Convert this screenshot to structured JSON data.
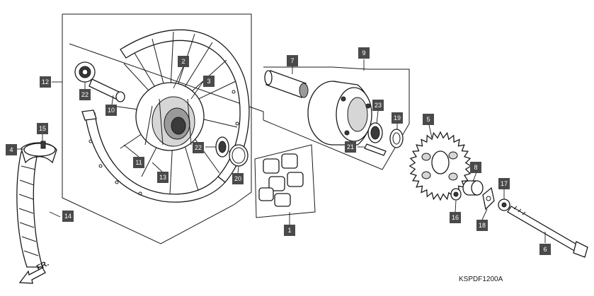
{
  "diagram_code": "KSPDF1200A",
  "direction_label": "FR.",
  "callouts": [
    "1",
    "2",
    "3",
    "4",
    "5",
    "6",
    "7",
    "8",
    "9",
    "10",
    "11",
    "12",
    "13",
    "14",
    "15",
    "16",
    "17",
    "18",
    "19",
    "20",
    "21",
    "22",
    "22",
    "23"
  ],
  "colors": {
    "callout_fill": "#4a4a4a",
    "callout_text": "#ffffff",
    "line": "#1a1a1a"
  }
}
